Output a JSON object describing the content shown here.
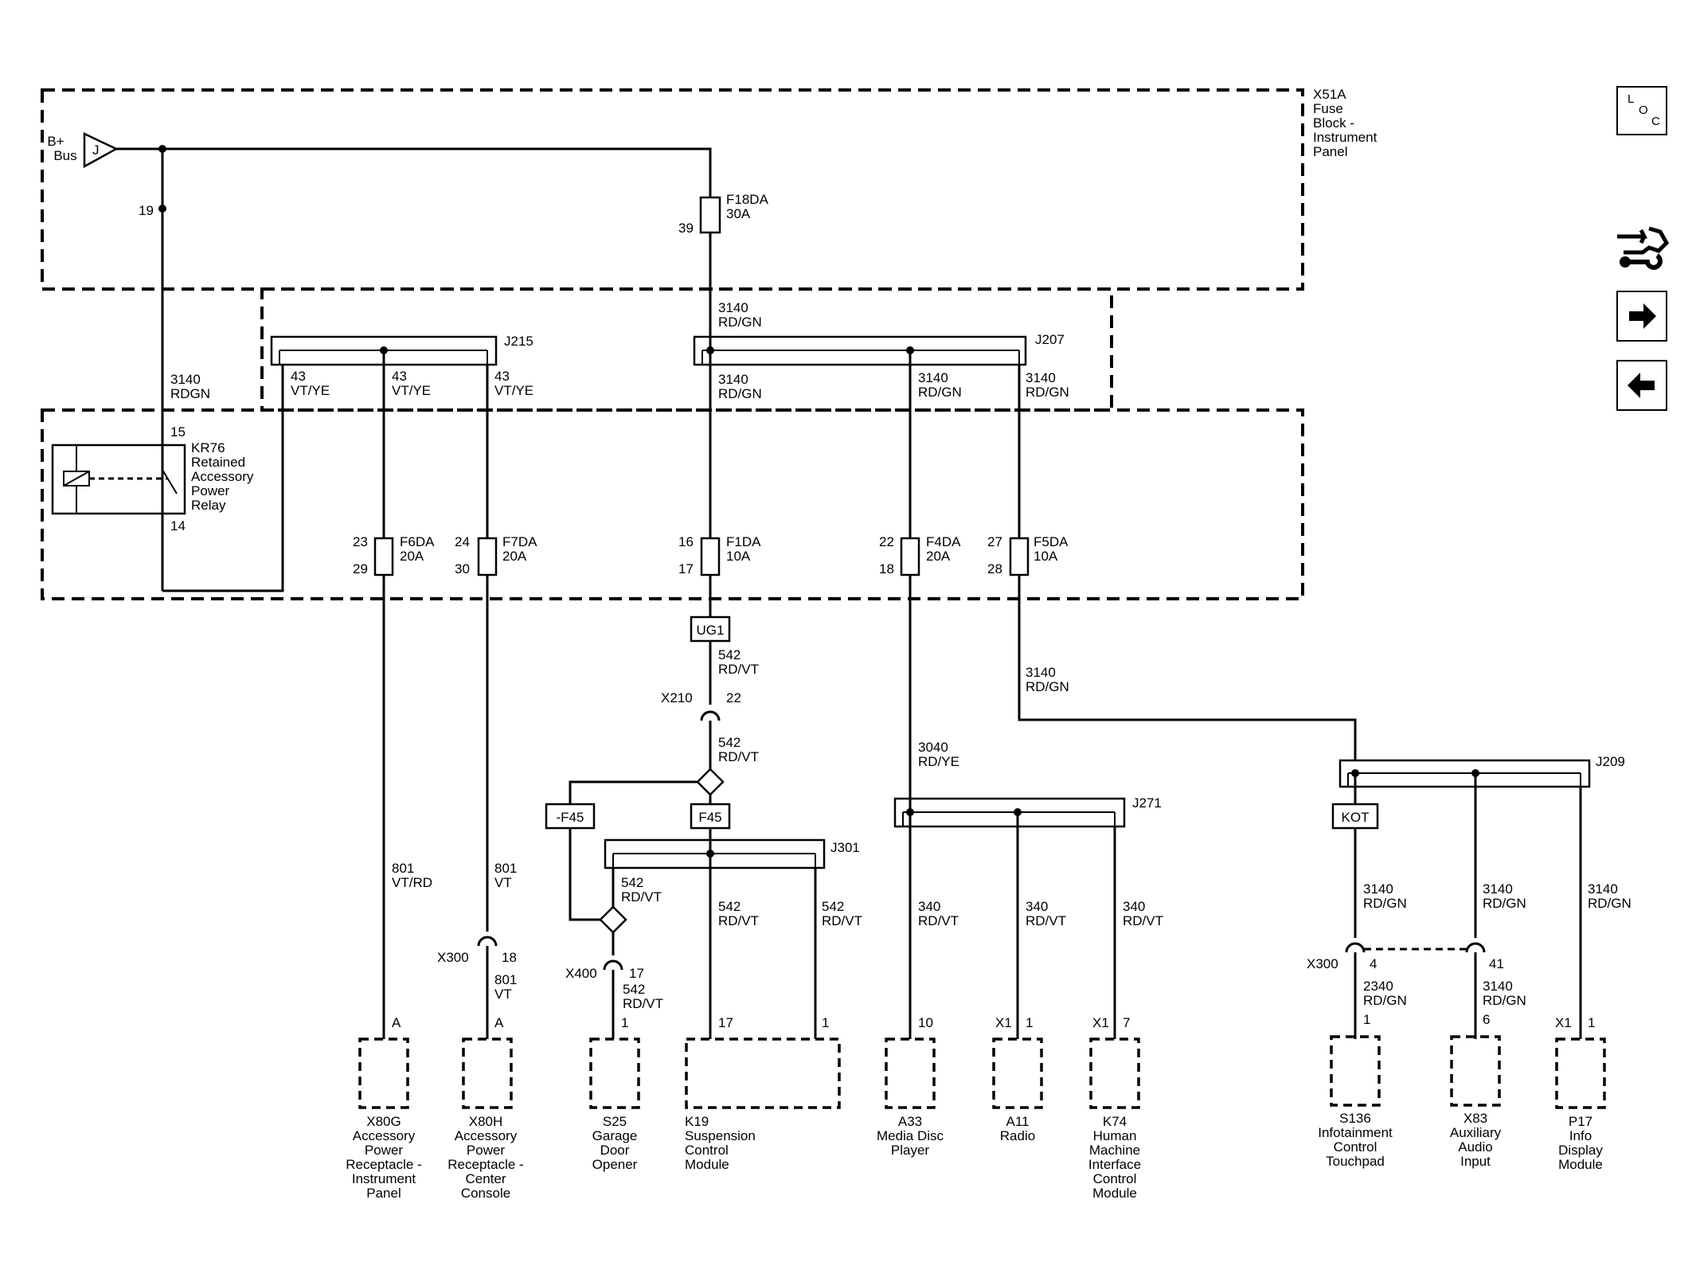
{
  "fuse_block": {
    "name_lines": [
      "X51A",
      "Fuse",
      "Block -",
      "Instrument",
      "Panel"
    ]
  },
  "source": {
    "label_lines": [
      "B+",
      "Bus"
    ],
    "connector": "J",
    "pin": "19"
  },
  "top_fuse": {
    "name": "F18DA",
    "rating": "30A",
    "pin": "39"
  },
  "relay": {
    "name_lines": [
      "KR76",
      "Retained",
      "Accessory",
      "Power",
      "Relay"
    ],
    "pin_in": "15",
    "pin_out": "14",
    "wire": "3140",
    "color": "RDGN"
  },
  "splices": {
    "j215": "J215",
    "j207": "J207",
    "j271": "J271",
    "j301": "J301",
    "j209": "J209"
  },
  "j215_labels": [
    {
      "circuit": "43",
      "color": "VT/YE"
    },
    {
      "circuit": "43",
      "color": "VT/YE"
    },
    {
      "circuit": "43",
      "color": "VT/YE"
    }
  ],
  "j207_feed": {
    "circuit": "3140",
    "color": "RD/GN"
  },
  "j207_labels": [
    {
      "circuit": "3140",
      "color": "RD/GN"
    },
    {
      "circuit": "3140",
      "color": "RD/GN"
    },
    {
      "circuit": "3140",
      "color": "RD/GN"
    }
  ],
  "fuses": [
    {
      "name": "F6DA",
      "rating": "20A",
      "pin_top": "23",
      "pin_bot": "29"
    },
    {
      "name": "F7DA",
      "rating": "20A",
      "pin_top": "24",
      "pin_bot": "30"
    },
    {
      "name": "F1DA",
      "rating": "10A",
      "pin_top": "16",
      "pin_bot": "17"
    },
    {
      "name": "F4DA",
      "rating": "20A",
      "pin_top": "22",
      "pin_bot": "18"
    },
    {
      "name": "F5DA",
      "rating": "10A",
      "pin_top": "27",
      "pin_bot": "28"
    }
  ],
  "options": {
    "ug1": "UG1",
    "f45": "F45",
    "nf45": "-F45",
    "kot": "KOT"
  },
  "wires": {
    "w542a": {
      "circuit": "542",
      "color": "RD/VT"
    },
    "w542b": {
      "circuit": "542",
      "color": "RD/VT"
    },
    "w542c": {
      "circuit": "542",
      "color": "RD/VT"
    },
    "w542d": {
      "circuit": "542",
      "color": "RD/VT"
    },
    "w542e": {
      "circuit": "542",
      "color": "RD/VT"
    },
    "w542f": {
      "circuit": "542",
      "color": "RD/VT"
    },
    "w801a": {
      "circuit": "801",
      "color": "VT/RD"
    },
    "w801b": {
      "circuit": "801",
      "color": "VT"
    },
    "w801c": {
      "circuit": "801",
      "color": "VT"
    },
    "w3040": {
      "circuit": "3040",
      "color": "RD/YE"
    },
    "w3140_f5": {
      "circuit": "3140",
      "color": "RD/GN"
    },
    "w340a": {
      "circuit": "340",
      "color": "RD/VT"
    },
    "w340b": {
      "circuit": "340",
      "color": "RD/VT"
    },
    "w340c": {
      "circuit": "340",
      "color": "RD/VT"
    },
    "w3140_s136": {
      "circuit": "3140",
      "color": "RD/GN"
    },
    "w3140_x83": {
      "circuit": "3140",
      "color": "RD/GN"
    },
    "w3140_p17": {
      "circuit": "3140",
      "color": "RD/GN"
    },
    "w2340": {
      "circuit": "2340",
      "color": "RD/GN"
    },
    "w3140_x83b": {
      "circuit": "3140",
      "color": "RD/GN"
    }
  },
  "inline_connectors": {
    "x210": {
      "name": "X210",
      "pin": "22"
    },
    "x300a": {
      "name": "X300",
      "pin": "18"
    },
    "x400": {
      "name": "X400",
      "pin": "17"
    },
    "x300b": {
      "name": "X300",
      "pin": "4"
    },
    "x300c": {
      "pin": "41"
    }
  },
  "components": [
    {
      "pin": "A",
      "conn": "",
      "name_lines": [
        "X80G",
        "Accessory",
        "Power",
        "Receptacle -",
        "Instrument",
        "Panel"
      ]
    },
    {
      "pin": "A",
      "conn": "",
      "name_lines": [
        "X80H",
        "Accessory",
        "Power",
        "Receptacle -",
        "Center",
        "Console"
      ]
    },
    {
      "pin": "1",
      "conn": "",
      "name_lines": [
        "S25",
        "Garage",
        "Door",
        "Opener"
      ]
    },
    {
      "pin": "17",
      "pin2": "1",
      "conn": "",
      "name_lines": [
        "K19",
        "Suspension",
        "Control",
        "Module"
      ]
    },
    {
      "pin": "10",
      "conn": "",
      "name_lines": [
        "A33",
        "Media Disc",
        "Player"
      ]
    },
    {
      "pin": "1",
      "conn": "X1",
      "name_lines": [
        "A11",
        "Radio"
      ]
    },
    {
      "pin": "7",
      "conn": "X1",
      "name_lines": [
        "K74",
        "Human",
        "Machine",
        "Interface",
        "Control",
        "Module"
      ]
    },
    {
      "pin": "1",
      "conn": "",
      "name_lines": [
        "S136",
        "Infotainment",
        "Control",
        "Touchpad"
      ]
    },
    {
      "pin": "6",
      "conn": "",
      "name_lines": [
        "X83",
        "Auxiliary",
        "Audio",
        "Input"
      ]
    },
    {
      "pin": "1",
      "conn": "X1",
      "name_lines": [
        "P17",
        "Info",
        "Display",
        "Module"
      ]
    }
  ],
  "nav": {
    "loc_letters": [
      "L",
      "O",
      "C"
    ],
    "icons": [
      "connector-end-view-icon",
      "next-page-icon",
      "previous-page-icon"
    ]
  }
}
